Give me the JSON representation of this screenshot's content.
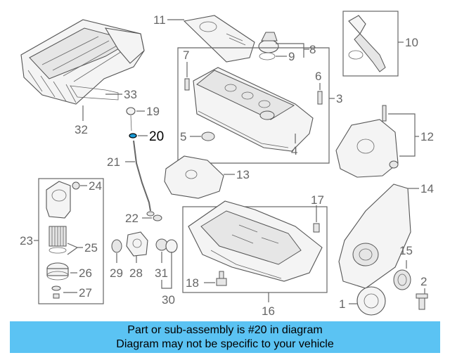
{
  "callouts": {
    "c1": "1",
    "c2": "2",
    "c3": "3",
    "c4": "4",
    "c5": "5",
    "c6": "6",
    "c7": "7",
    "c8": "8",
    "c9": "9",
    "c10": "10",
    "c11": "11",
    "c12": "12",
    "c13": "13",
    "c14": "14",
    "c15": "15",
    "c16": "16",
    "c17": "17",
    "c18": "18",
    "c19": "19",
    "c20": "20",
    "c21": "21",
    "c22": "22",
    "c23": "23",
    "c24": "24",
    "c25": "25",
    "c26": "26",
    "c27": "27",
    "c28": "28",
    "c29": "29",
    "c30": "30",
    "c31": "31",
    "c32": "32",
    "c33": "33"
  },
  "highlighted_part": "20",
  "colors": {
    "banner": "#5bc3f3",
    "highlight": "#1a9bd7",
    "linework": "#666666"
  },
  "banner": {
    "line1": "Part or sub-assembly is #20 in diagram",
    "line2": "Diagram may not be specific to your vehicle"
  }
}
